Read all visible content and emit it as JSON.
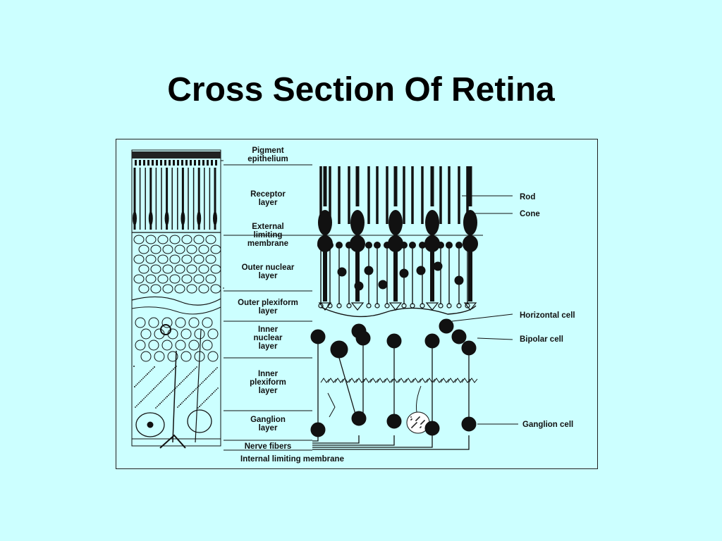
{
  "slide": {
    "title": "Cross Section Of Retina"
  },
  "diagram": {
    "layer_labels": [
      "Pigment\nepithelium",
      "Receptor\nlayer",
      "External\nlimiting\nmembrane",
      "Outer nuclear\nlayer",
      "Outer plexiform\nlayer",
      "Inner\nnuclear\nlayer",
      "Inner\nplexiform\nlayer",
      "Ganglion\nlayer",
      "Nerve fibers",
      "Internal limiting membrane"
    ],
    "cell_labels": [
      "Rod",
      "Cone",
      "Horizontal cell",
      "Bipolar cell",
      "Ganglion cell"
    ]
  },
  "colors": {
    "background": "#ccffff",
    "ink": "#111111"
  }
}
